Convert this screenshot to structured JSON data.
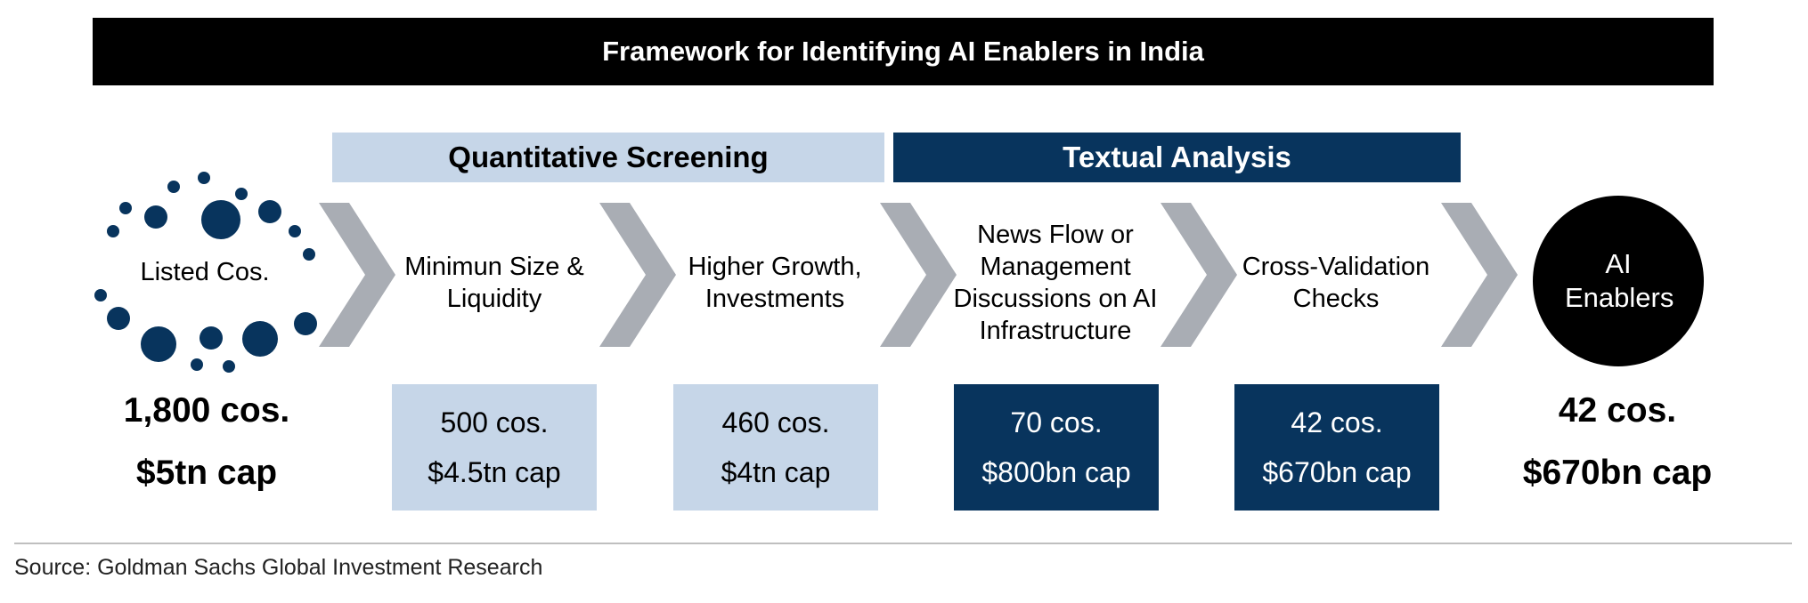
{
  "title": "Framework for Identifying AI Enablers in India",
  "bands": {
    "quantitative": "Quantitative Screening",
    "textual": "Textual Analysis"
  },
  "start": {
    "label": "Listed Cos.",
    "companies": "1,800 cos.",
    "cap": "$5tn cap"
  },
  "steps": [
    {
      "label": "Minimun Size & Liquidity",
      "companies": "500 cos.",
      "cap": "$4.5tn cap"
    },
    {
      "label": "Higher Growth, Investments",
      "companies": "460 cos.",
      "cap": "$4tn cap"
    },
    {
      "label": "News Flow or Management Discussions on AI Infrastructure",
      "companies": "70 cos.",
      "cap": "$800bn cap"
    },
    {
      "label": "Cross-Validation Checks",
      "companies": "42 cos.",
      "cap": "$670bn cap"
    }
  ],
  "result": {
    "label": "AI Enablers",
    "companies": "42 cos.",
    "cap": "$670bn cap"
  },
  "source": "Source: Goldman Sachs Global Investment Research",
  "colors": {
    "navy": "#08345d",
    "light_blue": "#c6d6e8",
    "chevron_gray": "#a9adb4",
    "black": "#000000"
  },
  "icons": {
    "start": "dot-cluster-icon",
    "arrows": "chevron-right-icon"
  }
}
